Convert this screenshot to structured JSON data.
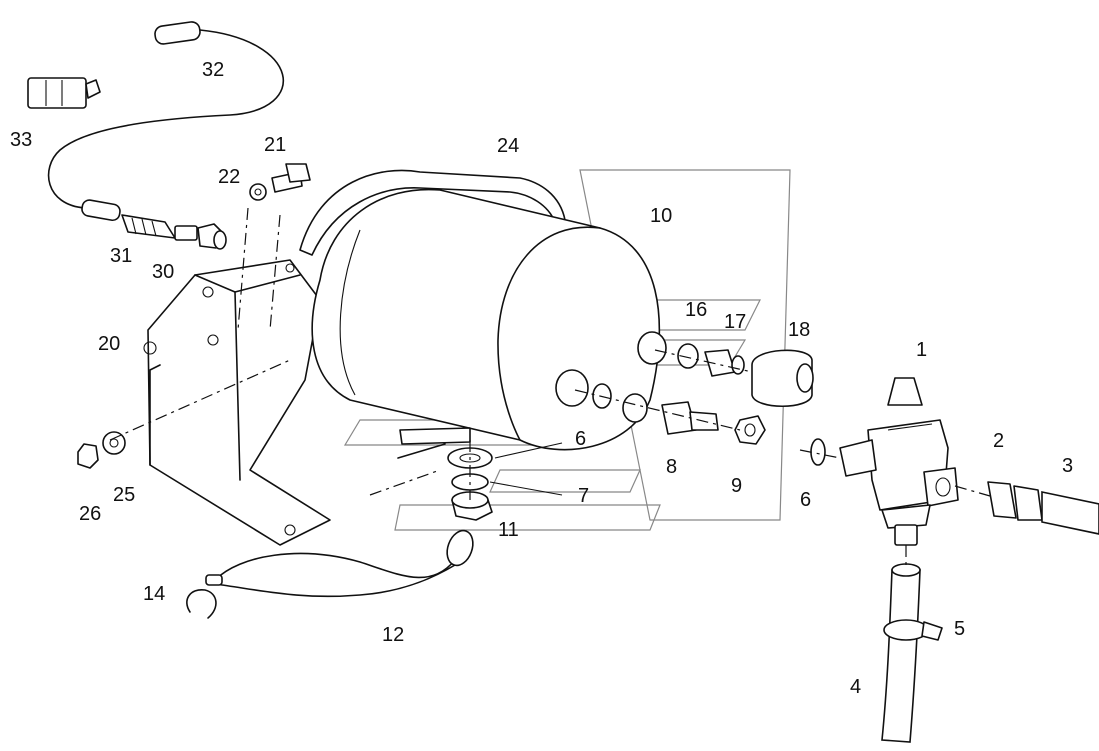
{
  "callouts": {
    "c1": "1",
    "c2": "2",
    "c3": "3",
    "c4": "4",
    "c5": "5",
    "c6a": "6",
    "c6b": "6",
    "c7": "7",
    "c8": "8",
    "c9": "9",
    "c10": "10",
    "c11": "11",
    "c12": "12",
    "c14": "14",
    "c16": "16",
    "c17": "17",
    "c18": "18",
    "c20": "20",
    "c21": "21",
    "c22": "22",
    "c24": "24",
    "c25": "25",
    "c26": "26",
    "c30": "30",
    "c31": "31",
    "c32": "32",
    "c33": "33"
  }
}
